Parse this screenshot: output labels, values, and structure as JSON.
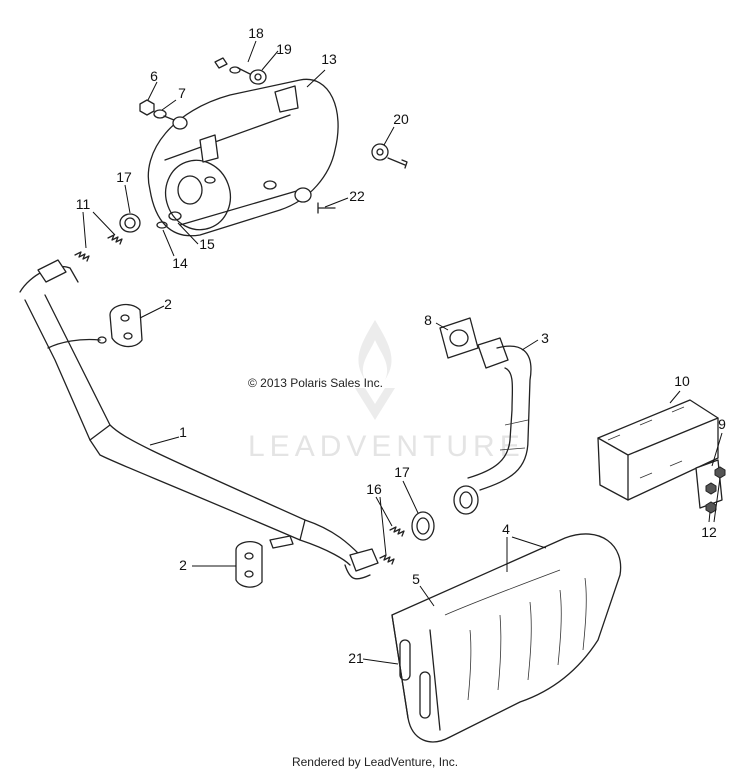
{
  "copyright": "© 2013 Polaris Sales Inc.",
  "watermark": "LEADVENTURE",
  "footer": "Rendered by LeadVenture, Inc.",
  "callouts": [
    "1",
    "2",
    "2",
    "3",
    "4",
    "5",
    "6",
    "7",
    "8",
    "9",
    "10",
    "11",
    "12",
    "13",
    "14",
    "15",
    "16",
    "17",
    "17",
    "18",
    "19",
    "20",
    "21",
    "22"
  ]
}
